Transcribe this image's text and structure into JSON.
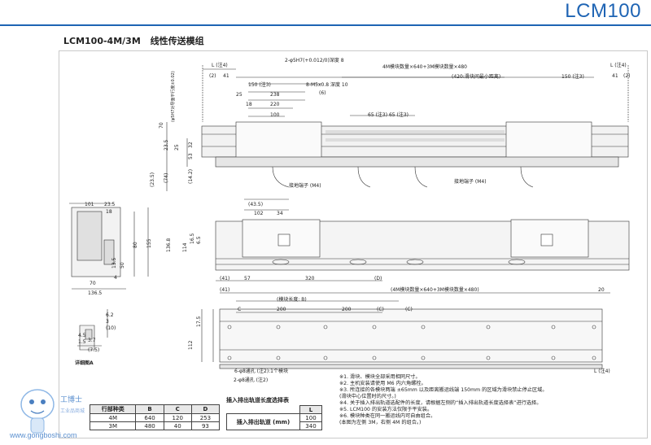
{
  "brand": "LCM100",
  "section": {
    "model": "LCM100-4M/3M",
    "title": "线性传送模组"
  },
  "top_view": {
    "dim_L_left": "L (注4)",
    "dim_L_right": "L (注4)",
    "dim_2": "(2)",
    "dim_41": "41",
    "dim_2r": "(2)",
    "dim_41r": "41",
    "hole_note": "2-φ5H7(+0.012/0)深度 8",
    "screw_note": "8-M5x0.8 深度 10",
    "note6": "(6)",
    "total_len": "4M模块数量×640+3M模块数量×480",
    "slide_gap": "(420:滑块间最小距离)",
    "d150a": "150 (注3)",
    "d150b": "150 (注3)",
    "d238": "238",
    "d220": "220",
    "d100": "100",
    "d25": "25",
    "d18": "18",
    "d65": "65 (注3) 65 (注3)",
    "d70": "70",
    "d23_5": "23.5",
    "d25b": "25",
    "d53": "53",
    "d32": "32",
    "d74": "(74)",
    "d23_5b": "(23.5)",
    "d14_2": "(14.2)",
    "d43_5": "(43.5)",
    "d102": "102",
    "d34": "34",
    "ground1": "接地端子 (M4)",
    "ground2": "接地端子 (M4)",
    "parallel": "(φ5H7对导面平行度±0.02)"
  },
  "side_view": {
    "d101": "101",
    "d23_5": "23.5",
    "d18": "18",
    "d80": "80",
    "d155": "155",
    "d13_5": "13.5",
    "d50": "50",
    "d4": "4",
    "d70": "70",
    "d136_5": "136.5",
    "d136_8": "136.8",
    "d114": "114",
    "d16_5": "16.5",
    "d6_5": "6.5",
    "d41": "(41)",
    "d57": "57",
    "d320": "320",
    "dD": "(D)"
  },
  "detail": {
    "label": "详细图A",
    "d6_2": "6.2",
    "d3": "3",
    "d10": "(10)",
    "d4_5": "4.5",
    "d3_7": "3.7",
    "d1_5": "1.5",
    "d7_5": "(7.5)"
  },
  "bottom_view": {
    "d41": "(41)",
    "d20": "20",
    "total_len": "(4M模块数量×640+3M模块数量×480)",
    "module_len": "(模块长度: B)",
    "C": "C",
    "C2": "(C)",
    "C3": "(C)",
    "d200a": "200",
    "d200b": "200",
    "d17_5": "17.5",
    "d112": "112",
    "hole6": "6-φ8通孔 (注2):1个模块",
    "hole2": "2-φ8通孔 (注2)",
    "L_note": "L (注4)"
  },
  "table_modules": {
    "headers": [
      "行部种类",
      "B",
      "C",
      "D"
    ],
    "rows": [
      [
        "4M",
        "640",
        "120",
        "253"
      ],
      [
        "3M",
        "480",
        "40",
        "93"
      ]
    ]
  },
  "table_discharge": {
    "title": "插入排出轨道长度选择表",
    "header_L": "L",
    "label": "插入排出轨道 (mm)",
    "values": [
      "100",
      "340"
    ]
  },
  "notes": [
    "※1. 滑块、模块全部采用相同尺寸。",
    "※2. 主机安装请使用 M6 内六角螺栓。",
    "※3. 所连接的各模块两端 ±65mm 以及距离搬运线端 150mm 的区域为滑块禁止停止区域。",
    "      (滑块中心位置时的尺寸。)",
    "※4. 关于插入排出轨道选配件的长度，请根据左侧的“插入排出轨道长度选择表”进行选择。",
    "※5. LCM100 的安装方法仅限于平安装。",
    "※6. 模块种类在同一搬运线内可自由组合。",
    "      (本图为左侧 3M，右侧 4M 的组合。)"
  ],
  "watermark": {
    "text": "www.gongboshi.com",
    "logo_text": "工博士",
    "sub": "工业品商城"
  },
  "colors": {
    "accent": "#1e64b4",
    "line": "#333333",
    "fill": "#e6e6e6"
  }
}
